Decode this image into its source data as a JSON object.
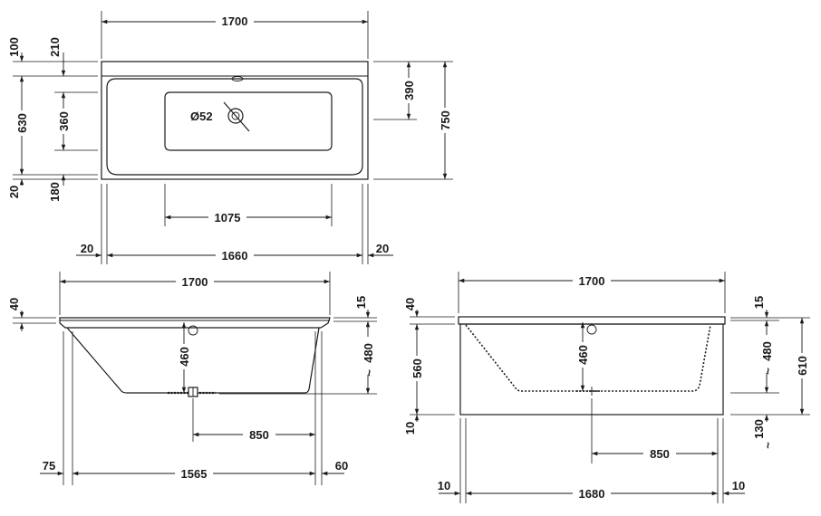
{
  "top_view": {
    "width_overall": "1700",
    "rim_top": "100",
    "rim_top_inner": "210",
    "inner_height": "630",
    "drain_zone_height": "360",
    "rim_bottom": "20",
    "rim_bottom_inner": "180",
    "drain_offset": "390",
    "depth_overall": "750",
    "drain_diameter": "Ø52",
    "flat_bottom_length": "1075",
    "rim_left": "20",
    "inner_length": "1660",
    "rim_right": "20"
  },
  "side_view_left": {
    "width_overall": "1700",
    "rim_height": "40",
    "rim_right": "15",
    "drain_height": "460",
    "water_depth": "480",
    "water_depth_prefix": "~",
    "drain_offset": "850",
    "foot_left": "75",
    "base_length": "1565",
    "foot_right": "60"
  },
  "side_view_right": {
    "width_overall": "1700",
    "rim_height": "40",
    "rim_right": "15",
    "panel_height": "560",
    "drain_height": "460",
    "water_depth": "480",
    "water_depth_prefix": "~",
    "total_height": "610",
    "foot_left": "10",
    "feet_height": "130",
    "feet_height_prefix": "~",
    "drain_offset": "850",
    "end_left": "10",
    "panel_length": "1680",
    "end_right": "10"
  }
}
